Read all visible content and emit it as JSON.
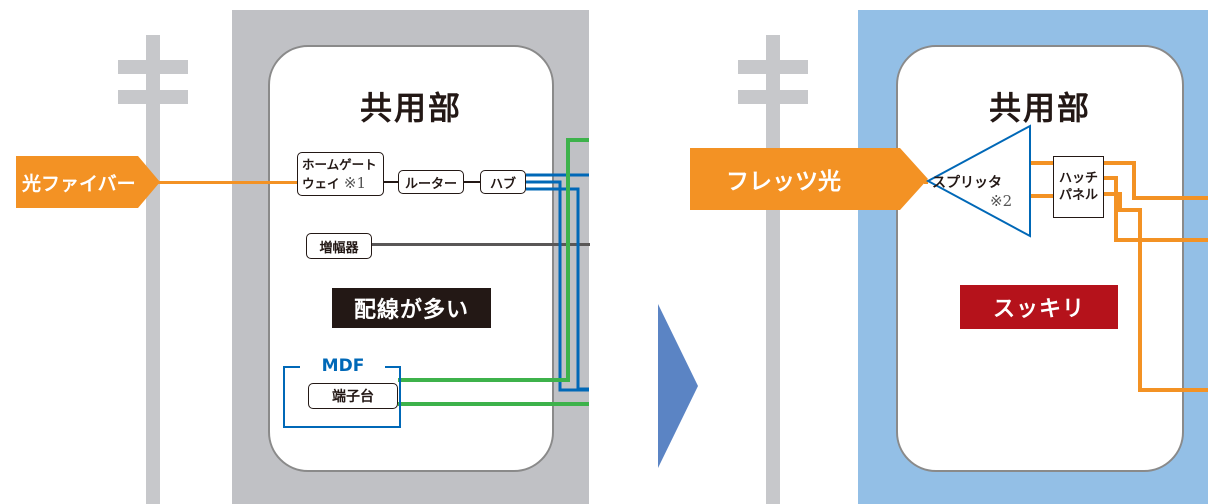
{
  "colors": {
    "orange": "#f39224",
    "blue": "#0068b7",
    "green": "#3db24b",
    "gray_wire": "#595757",
    "left_bg": "#c0c1c5",
    "right_bg": "#93bfe6",
    "arrow": "#5b84c4",
    "red_tag": "#b5121b"
  },
  "left": {
    "input_label": "光ファイバー",
    "room_title": "共用部",
    "home_gateway": {
      "line1": "ホームゲート",
      "line2": "ウェイ",
      "note": "※1"
    },
    "router": "ルーター",
    "hub": "ハブ",
    "amplifier": "増幅器",
    "status": "配線が多い",
    "mdf_label": "MDF",
    "terminal": "端子台"
  },
  "right": {
    "input_label": "フレッツ光",
    "room_title": "共用部",
    "splitter": "スプリッタ",
    "splitter_note": "※2",
    "patch_panel": {
      "line1": "ハッチ",
      "line2": "パネル"
    },
    "status": "スッキリ"
  }
}
